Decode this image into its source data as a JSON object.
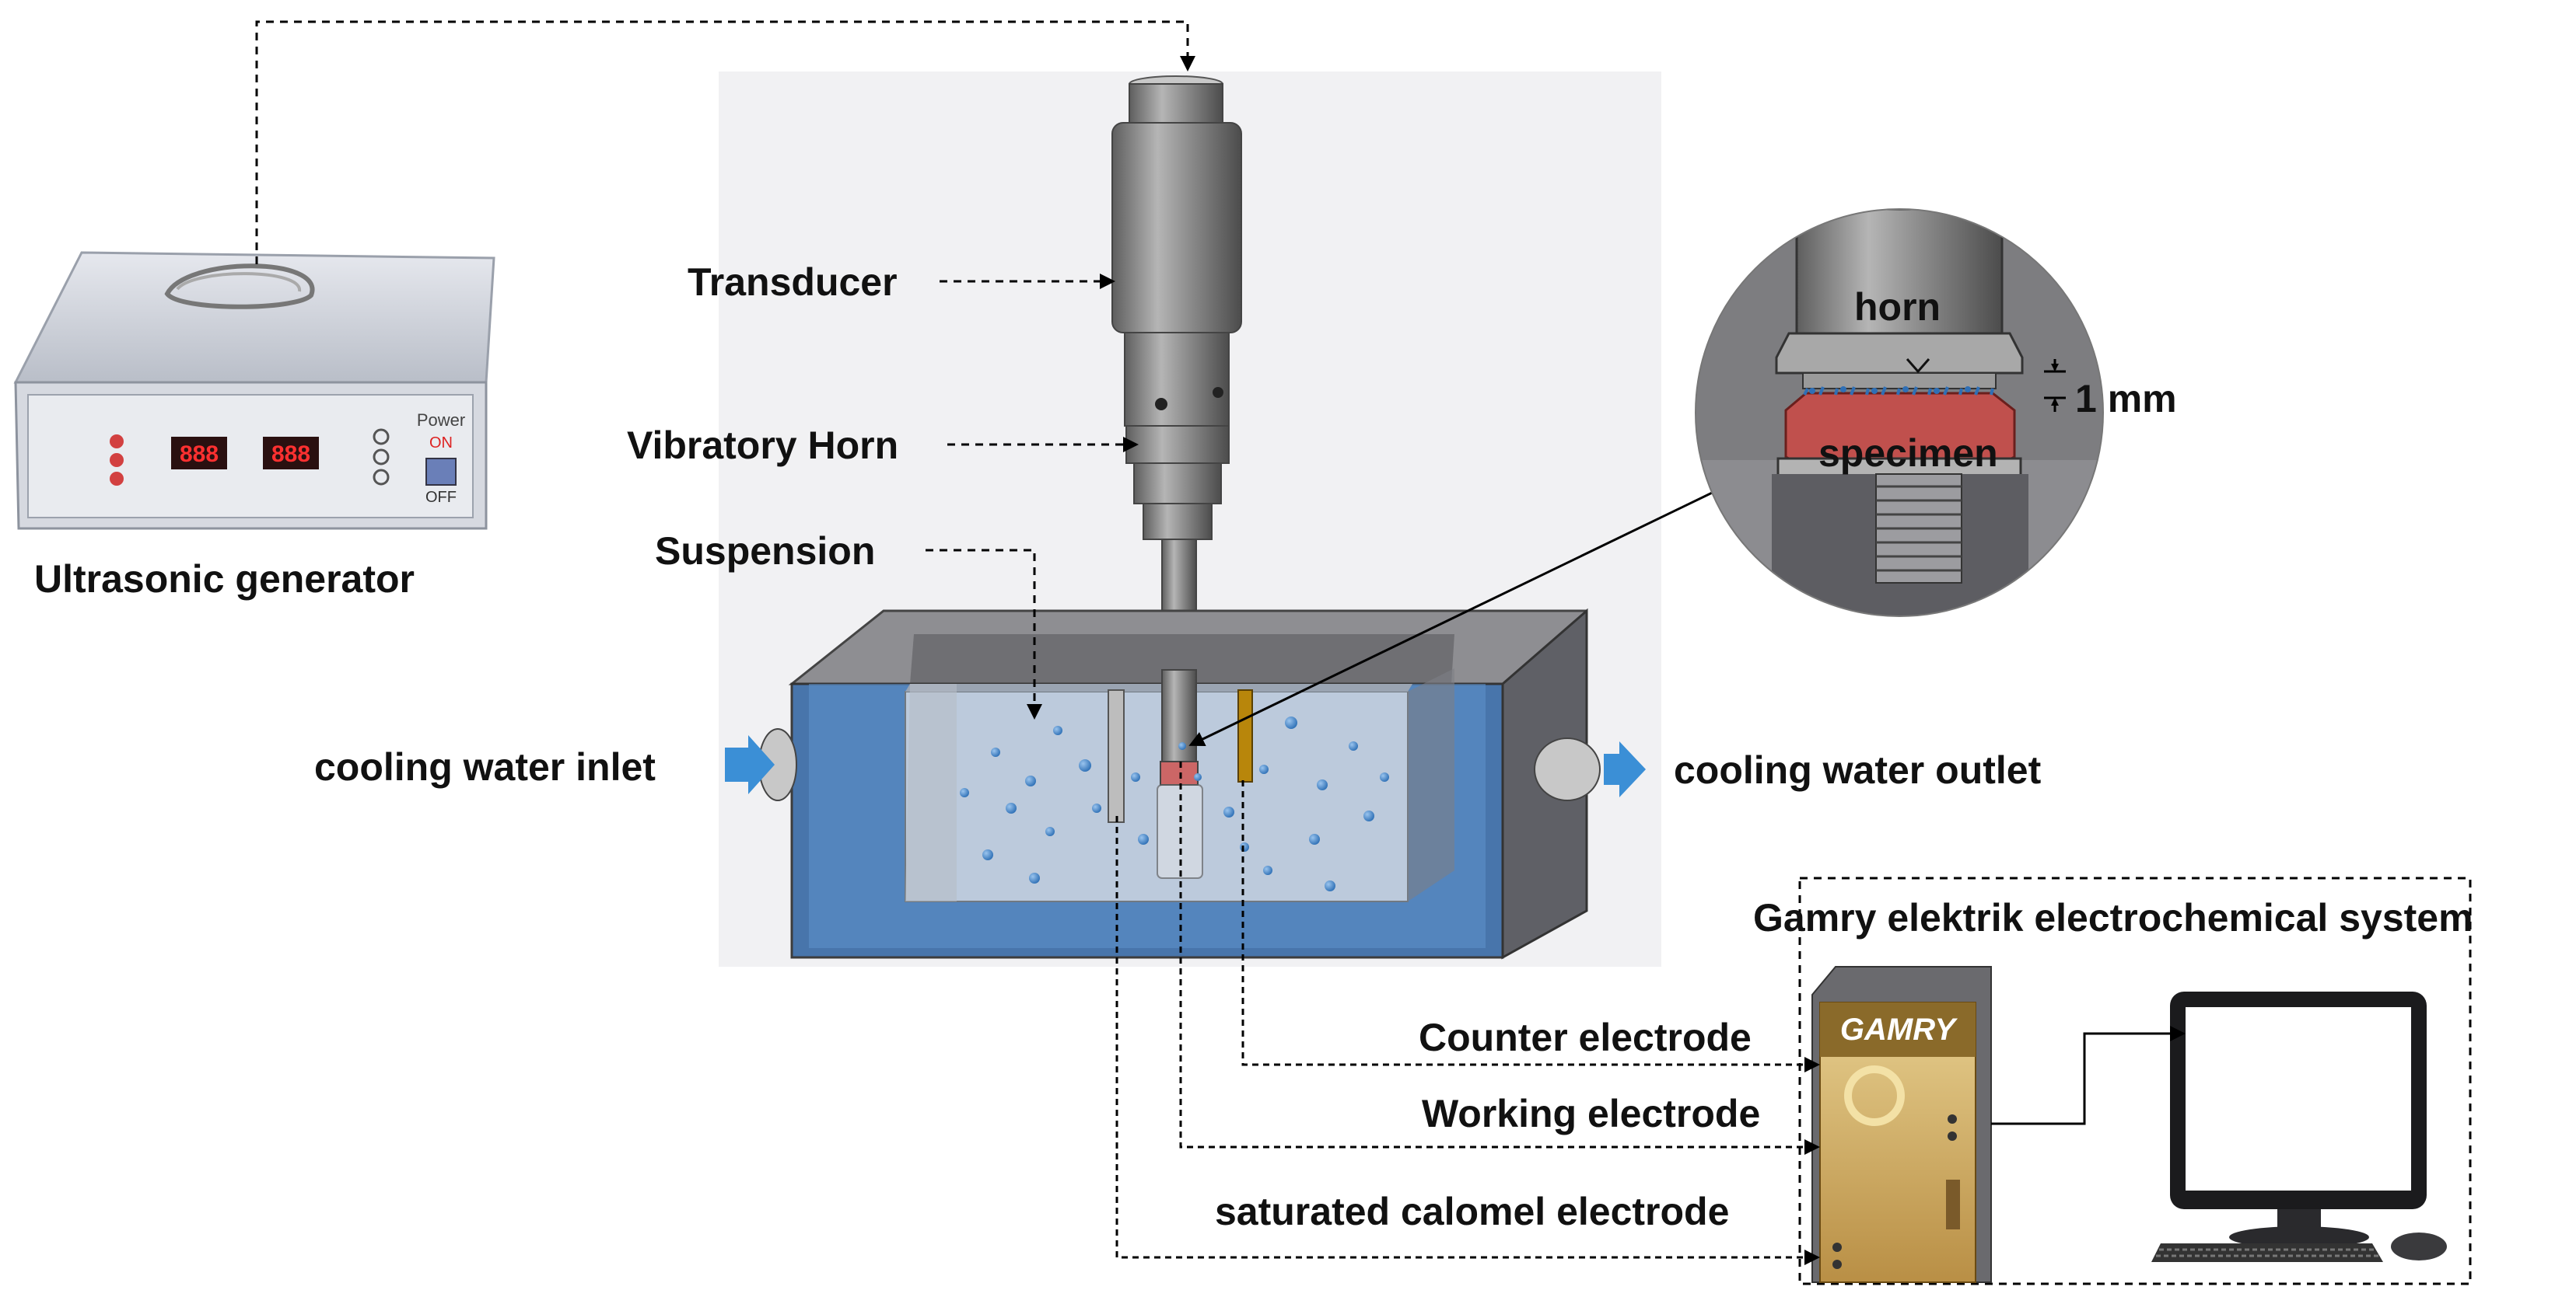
{
  "labels": {
    "ultrasonic_generator": "Ultrasonic generator",
    "transducer": "Transducer",
    "vibratory_horn": "Vibratory Horn",
    "suspension": "Suspension",
    "cooling_inlet": "cooling water inlet",
    "cooling_outlet": "cooling water outlet",
    "horn": "horn",
    "gap": "1 mm",
    "specimen": "specimen",
    "gamry_system": "Gamry elektrik electrochemical system",
    "counter_electrode": "Counter electrode",
    "working_electrode": "Working electrode",
    "calomel_electrode": "saturated calomel electrode"
  },
  "generator_panel": {
    "power": "Power",
    "on": "ON",
    "off": "OFF"
  },
  "gamry_device": {
    "brand": "GAMRY"
  },
  "colors": {
    "water": "#5b8fc7",
    "arrow_blue": "#3b8fd6",
    "specimen": "#c0504d",
    "metal": "#8a8a8a",
    "gamry_gold": "#c9a45c"
  }
}
